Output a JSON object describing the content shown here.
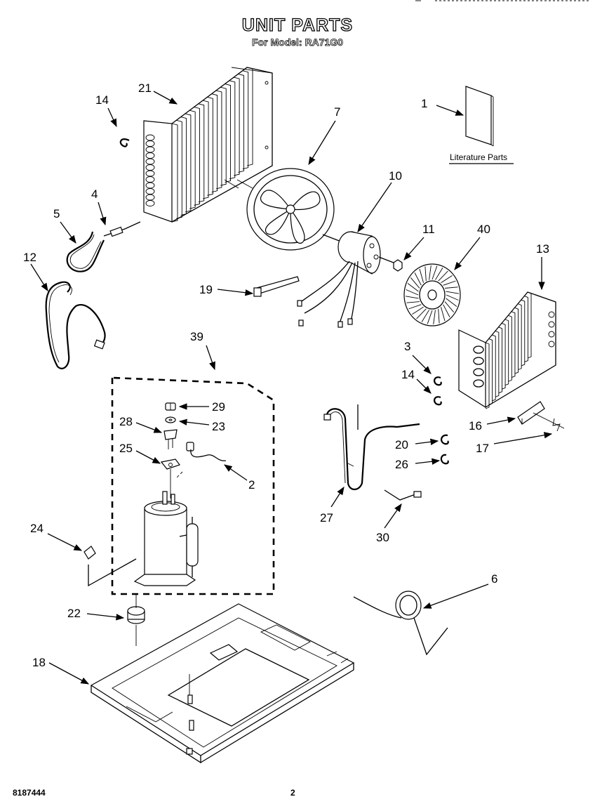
{
  "header": {
    "title": "UNIT PARTS",
    "subtitle": "For Model: RA71G0"
  },
  "literature_label": "Literature Parts",
  "callouts": {
    "n1": "1",
    "n2": "2",
    "n3": "3",
    "n4": "4",
    "n5": "5",
    "n6": "6",
    "n7": "7",
    "n10": "10",
    "n11": "11",
    "n12": "12",
    "n13": "13",
    "n14a": "14",
    "n14b": "14",
    "n16": "16",
    "n17": "17",
    "n18": "18",
    "n19": "19",
    "n20": "20",
    "n21": "21",
    "n22": "22",
    "n23": "23",
    "n24": "24",
    "n25": "25",
    "n26": "26",
    "n27": "27",
    "n28": "28",
    "n29": "29",
    "n30": "30",
    "n39": "39",
    "n40": "40"
  },
  "footer": {
    "doc_number": "8187444",
    "page_number": "2"
  }
}
